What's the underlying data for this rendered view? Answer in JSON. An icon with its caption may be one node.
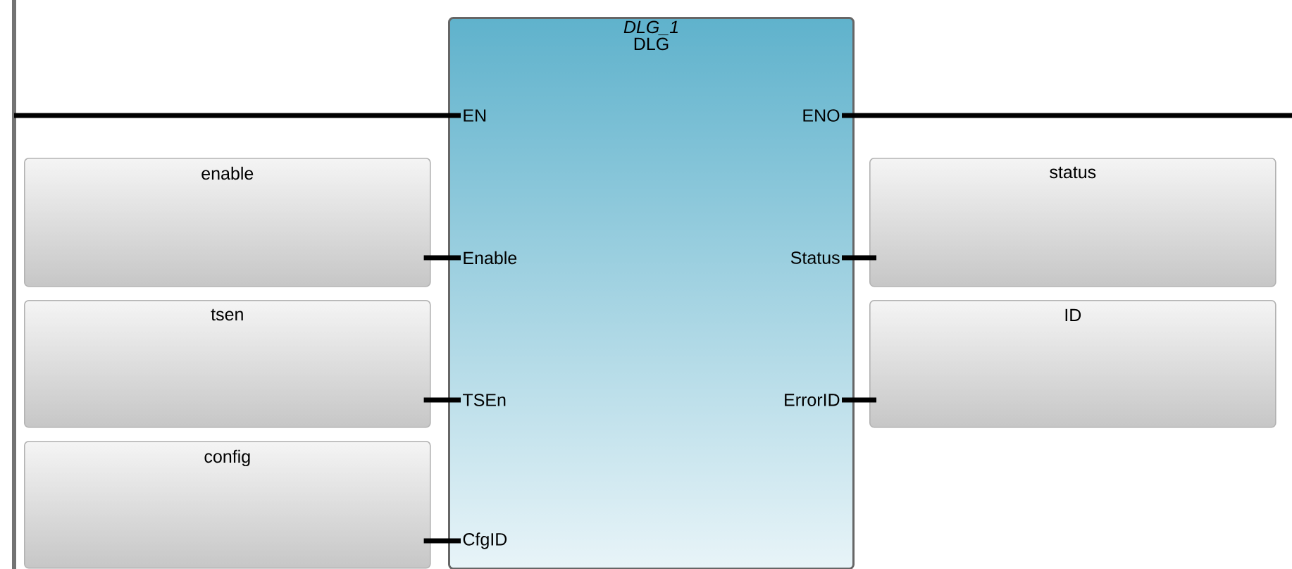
{
  "diagram": {
    "nodes": [
      {
        "text": [
          "DLG_1",
          "DLG"
        ]
      },
      {
        "text": [
          "EN"
        ],
        "in": 0
      },
      {
        "text": [
          "ENO"
        ],
        "in": 0
      },
      {
        "text": [
          "Enable"
        ],
        "in": 0
      },
      {
        "text": [
          "Status"
        ],
        "in": 0
      },
      {
        "text": [
          "TSEn"
        ],
        "in": 0
      },
      {
        "text": [
          "ErrorID"
        ],
        "in": 0
      },
      {
        "text": [
          "CfgID"
        ],
        "in": 0
      },
      {
        "text": [
          "enable"
        ]
      },
      {
        "text": [
          "status"
        ]
      },
      {
        "text": [
          "tsen"
        ]
      },
      {
        "text": [
          "ID"
        ]
      },
      {
        "text": [
          "config"
        ]
      }
    ],
    "edges": [
      {
        "from": null,
        "to": 1,
        "arrow": "none"
      },
      {
        "from": 2,
        "to": null,
        "arrow": "none"
      },
      {
        "from": 8,
        "to": 3,
        "arrow": "none"
      },
      {
        "from": 4,
        "to": 9,
        "arrow": "none"
      },
      {
        "from": 10,
        "to": 5,
        "arrow": "none"
      },
      {
        "from": 6,
        "to": 11,
        "arrow": "none"
      },
      {
        "from": 12,
        "to": 7,
        "arrow": "none"
      }
    ]
  }
}
